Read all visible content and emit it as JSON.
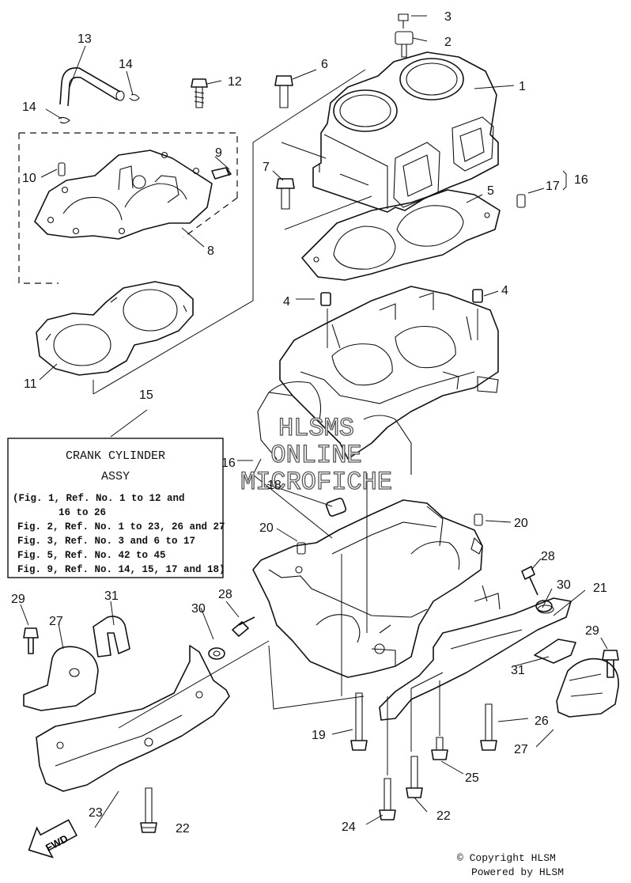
{
  "diagram": {
    "info_box": {
      "title_line1": "CRANK CYLINDER",
      "title_line2": "ASSY",
      "lines": [
        "(Fig. 1, Ref. No. 1 to 12 and",
        "16 to 26",
        "Fig. 2, Ref. No. 1 to 23, 26 and 27",
        "Fig. 3, Ref. No. 3 and 6 to 17",
        "Fig. 5, Ref. No. 42 to 45",
        "Fig. 9, Ref. No. 14, 15, 17 and 18)"
      ]
    },
    "watermark": [
      "HLSMS",
      "ONLINE",
      "MICROFICHE"
    ],
    "forward_arrow_label": "FWD",
    "callouts": {
      "c1": "1",
      "c2": "2",
      "c3": "3",
      "c4a": "4",
      "c4b": "4",
      "c5": "5",
      "c6": "6",
      "c7": "7",
      "c8": "8",
      "c9": "9",
      "c10": "10",
      "c11": "11",
      "c12": "12",
      "c13": "13",
      "c14a": "14",
      "c14b": "14",
      "c15": "15",
      "c16a": "16",
      "c16b": "16",
      "c17": "17",
      "c18": "18",
      "c19": "19",
      "c20a": "20",
      "c20b": "20",
      "c21": "21",
      "c22a": "22",
      "c22b": "22",
      "c23": "23",
      "c24": "24",
      "c25": "25",
      "c26": "26",
      "c27a": "27",
      "c27b": "27",
      "c28a": "28",
      "c28b": "28",
      "c29a": "29",
      "c29b": "29",
      "c30a": "30",
      "c30b": "30",
      "c31a": "31",
      "c31b": "31"
    },
    "copyright": "© Copyright HLSM",
    "powered_by": "Powered by HLSM"
  }
}
